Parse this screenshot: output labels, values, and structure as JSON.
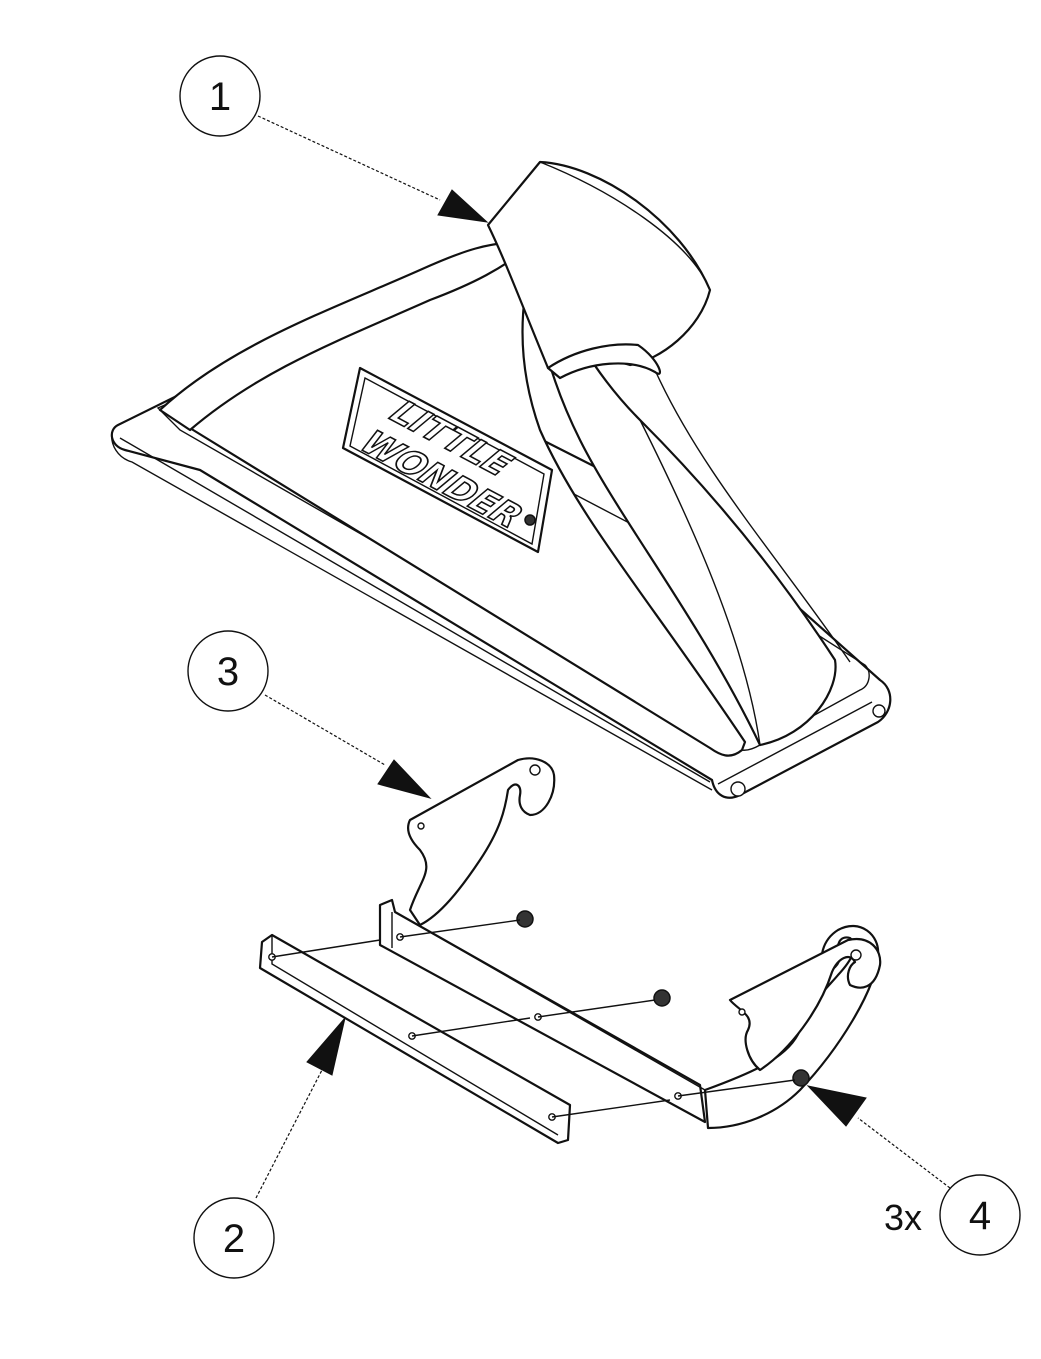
{
  "callouts": [
    {
      "id": "1",
      "label": "1"
    },
    {
      "id": "2",
      "label": "2"
    },
    {
      "id": "3",
      "label": "3"
    },
    {
      "id": "4",
      "label": "4"
    }
  ],
  "quantity_note": "3x",
  "logo": {
    "line1": "LITTLE",
    "line2": "WONDER"
  },
  "colors": {
    "ink": "#111111",
    "background": "#ffffff"
  }
}
